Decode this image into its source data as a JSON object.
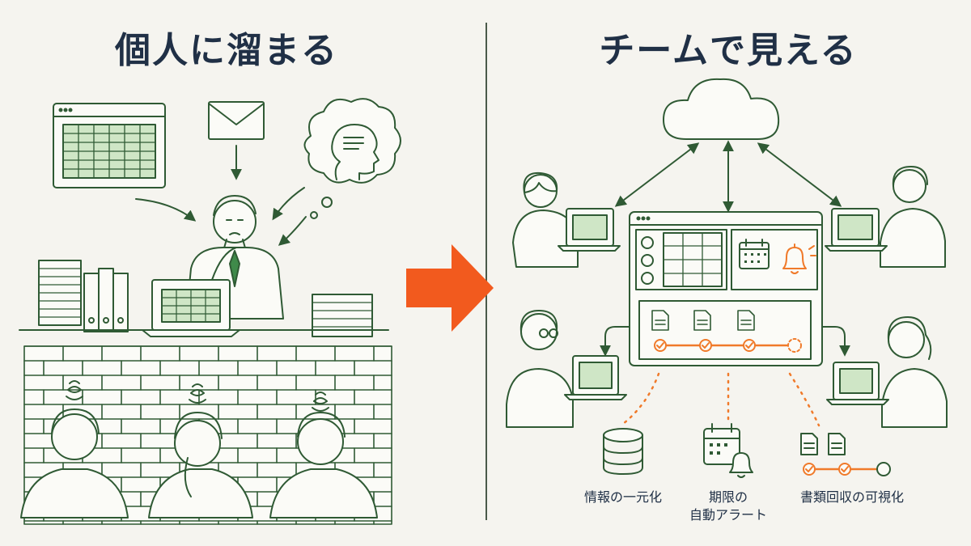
{
  "left": {
    "title": "個人に溜まる"
  },
  "right": {
    "title": "チームで見える",
    "features": [
      {
        "line1": "情報の一元化",
        "line2": ""
      },
      {
        "line1": "期限の",
        "line2": "自動アラート"
      },
      {
        "line1": "書類回収の可視化",
        "line2": ""
      }
    ]
  },
  "colors": {
    "line": "#2f5a34",
    "accent": "#f07a2a",
    "arrow": "#f25a1e",
    "title": "#203046",
    "background": "#f5f4ef",
    "sheet_fill": "#cfe6c6"
  },
  "icons": [
    "spreadsheet-icon",
    "envelope-icon",
    "thought-bubble-icon",
    "cloud-icon",
    "database-icon",
    "calendar-bell-icon",
    "documents-progress-icon",
    "bell-icon",
    "right-arrow-icon"
  ]
}
